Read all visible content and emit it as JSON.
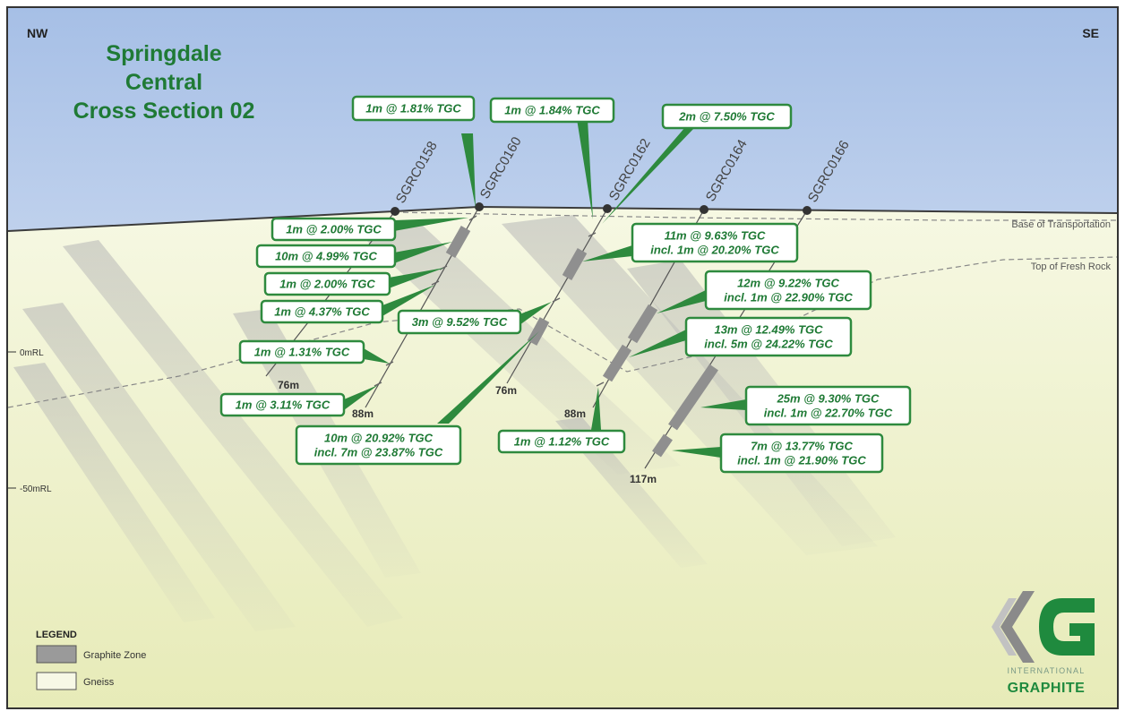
{
  "title": [
    "Springdale",
    "Central",
    "Cross Section 02"
  ],
  "directions": {
    "left": "NW",
    "right": "SE"
  },
  "surfaces": {
    "base_of_transportation": "Base of Transportation",
    "top_of_fresh_rock": "Top of Fresh Rock"
  },
  "rl_labels": [
    "0mRL",
    "-50mRL"
  ],
  "holes": [
    "SGRC0158",
    "SGRC0160",
    "SGRC0162",
    "SGRC0164",
    "SGRC0166"
  ],
  "depths": [
    "76m",
    "88m",
    "76m",
    "88m",
    "117m"
  ],
  "callouts": [
    {
      "lines": [
        "1m @ 1.81% TGC"
      ]
    },
    {
      "lines": [
        "1m @ 1.84% TGC"
      ]
    },
    {
      "lines": [
        "2m @ 7.50% TGC"
      ]
    },
    {
      "lines": [
        "1m @ 2.00% TGC"
      ]
    },
    {
      "lines": [
        "10m @ 4.99% TGC"
      ]
    },
    {
      "lines": [
        "1m @ 2.00% TGC"
      ]
    },
    {
      "lines": [
        "1m @ 4.37% TGC"
      ]
    },
    {
      "lines": [
        "1m @ 1.31% TGC"
      ]
    },
    {
      "lines": [
        "1m @ 3.11% TGC"
      ]
    },
    {
      "lines": [
        "3m @ 9.52% TGC"
      ]
    },
    {
      "lines": [
        "10m @ 20.92% TGC",
        "incl. 7m @ 23.87% TGC"
      ]
    },
    {
      "lines": [
        "1m @ 1.12% TGC"
      ]
    },
    {
      "lines": [
        "11m @ 9.63% TGC",
        "incl. 1m @ 20.20% TGC"
      ]
    },
    {
      "lines": [
        "12m @ 9.22% TGC",
        "incl. 1m @ 22.90% TGC"
      ]
    },
    {
      "lines": [
        "13m @ 12.49% TGC",
        "incl. 5m @ 24.22% TGC"
      ]
    },
    {
      "lines": [
        "25m @ 9.30% TGC",
        "incl. 1m @ 22.70% TGC"
      ]
    },
    {
      "lines": [
        "7m @ 13.77% TGC",
        "incl. 1m @ 21.90% TGC"
      ]
    }
  ],
  "legend": {
    "title": "LEGEND",
    "items": [
      {
        "label": "Graphite Zone",
        "color": "#9a9a9a"
      },
      {
        "label": "Gneiss",
        "color": "#f7f8e6"
      }
    ]
  },
  "logo": {
    "line1": "INTERNATIONAL",
    "line2": "GRAPHITE"
  },
  "colors": {
    "accent": "#1f7a35",
    "callout_fill": "#2e8a3e",
    "sky_top": "#a9c1e8",
    "ground": "#eef1c6"
  }
}
